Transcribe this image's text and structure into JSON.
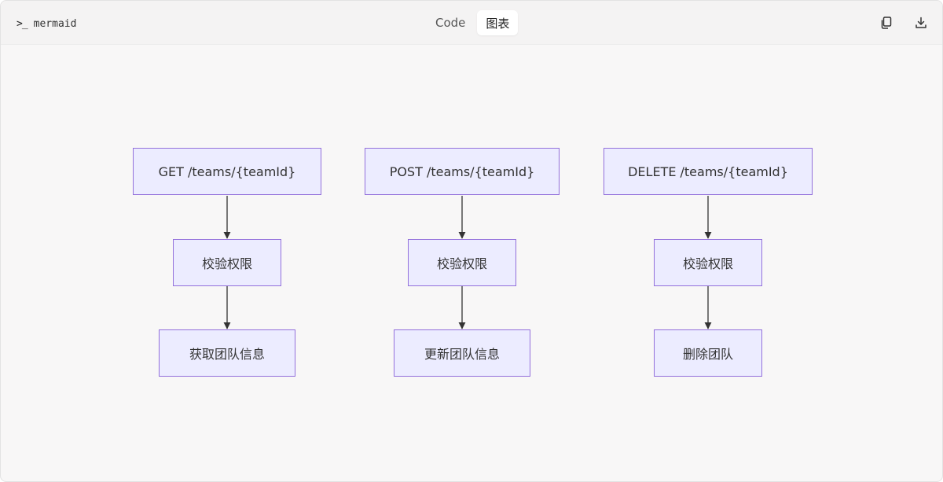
{
  "header": {
    "language": "mermaid",
    "prompt_icon": "terminal-prompt-icon",
    "tabs": [
      {
        "label": "Code",
        "active": false
      },
      {
        "label": "图表",
        "active": true
      }
    ],
    "tools": {
      "copy": "copy-icon",
      "download": "download-icon"
    }
  },
  "diagram": {
    "columns": [
      {
        "endpoint": "GET /teams/{teamId}",
        "check": "校验权限",
        "action": "获取团队信息"
      },
      {
        "endpoint": "POST /teams/{teamId}",
        "check": "校验权限",
        "action": "更新团队信息"
      },
      {
        "endpoint": "DELETE /teams/{teamId}",
        "check": "校验权限",
        "action": "删除团队"
      }
    ]
  },
  "colors": {
    "node_fill": "#ececff",
    "node_border": "#9370db",
    "edge": "#333333",
    "canvas_bg": "#f8f7f7"
  }
}
